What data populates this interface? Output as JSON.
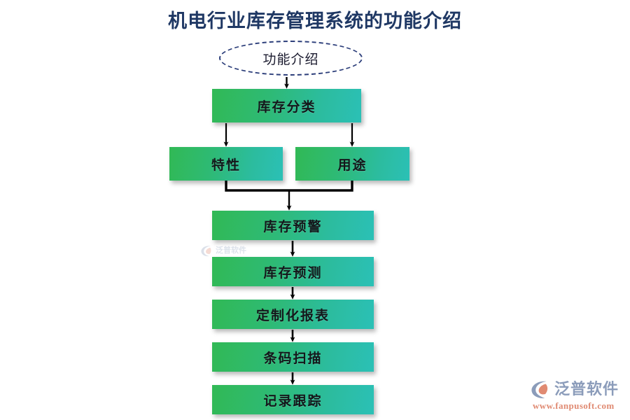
{
  "page": {
    "title": "机电行业库存管理系统的功能介绍",
    "background_color": "#ffffff",
    "title_color": "#1f3864"
  },
  "flowchart": {
    "type": "flowchart",
    "orientation": "top-to-bottom",
    "node_gradient_start": "#31b955",
    "node_gradient_end": "#2bc0b6",
    "connector_color": "#000000",
    "start_node": {
      "id": "start",
      "shape": "ellipse",
      "label": "功能介绍",
      "border_color": "#2c3e7a",
      "border_style": "dashed",
      "fill": "#ffffff"
    },
    "nodes": [
      {
        "id": "kcfl",
        "label": "库存分类",
        "shape": "rect",
        "row": 1
      },
      {
        "id": "tx",
        "label": "特性",
        "shape": "rect",
        "row": 2
      },
      {
        "id": "yt",
        "label": "用途",
        "shape": "rect",
        "row": 2
      },
      {
        "id": "kcyj",
        "label": "库存预警",
        "shape": "rect",
        "row": 3
      },
      {
        "id": "kcyc",
        "label": "库存预测",
        "shape": "rect",
        "row": 4
      },
      {
        "id": "dzhbb",
        "label": "定制化报表",
        "shape": "rect",
        "row": 5
      },
      {
        "id": "tmsm",
        "label": "条码扫描",
        "shape": "rect",
        "row": 6
      },
      {
        "id": "jlgz",
        "label": "记录跟踪",
        "shape": "rect",
        "row": 7
      }
    ],
    "edges": [
      {
        "from": "start",
        "to": "kcfl",
        "style": "arrow"
      },
      {
        "from": "kcfl",
        "to": "tx",
        "style": "arrow"
      },
      {
        "from": "kcfl",
        "to": "yt",
        "style": "arrow"
      },
      {
        "from": "tx",
        "to": "kcyj",
        "style": "merge-arrow"
      },
      {
        "from": "yt",
        "to": "kcyj",
        "style": "merge-arrow"
      },
      {
        "from": "kcyj",
        "to": "kcyc",
        "style": "arrow"
      },
      {
        "from": "kcyc",
        "to": "dzhbb",
        "style": "arrow"
      },
      {
        "from": "dzhbb",
        "to": "tmsm",
        "style": "arrow"
      },
      {
        "from": "tmsm",
        "to": "jlgz",
        "style": "arrow"
      }
    ]
  },
  "watermark": {
    "text": "泛普软件"
  },
  "brand": {
    "name": "泛普软件",
    "url": "www.fanpusoft.com",
    "name_color": "#8b9cba",
    "url_color": "#e08a72"
  }
}
